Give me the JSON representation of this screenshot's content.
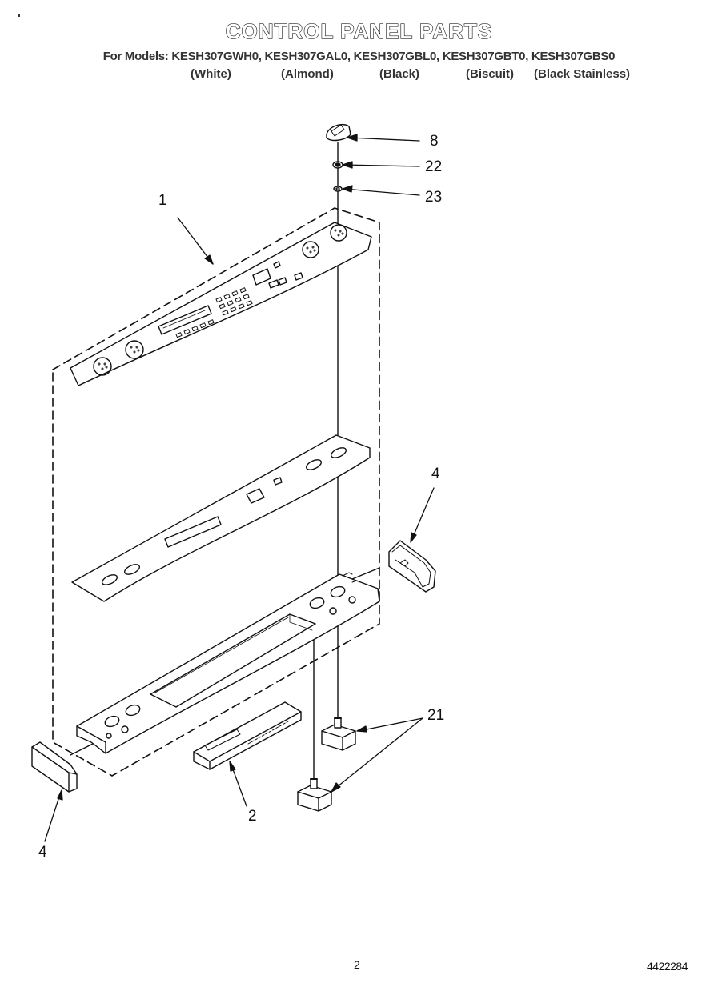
{
  "header": {
    "title": "CONTROL PANEL PARTS",
    "models_line": "For Models: KESH307GWH0, KESH307GAL0, KESH307GBL0, KESH307GBT0, KESH307GBS0",
    "colors": [
      "(White)",
      "(Almond)",
      "(Black)",
      "(Biscuit)",
      "(Black Stainless)"
    ]
  },
  "callouts": {
    "part_1": "1",
    "part_2": "2",
    "part_4_right": "4",
    "part_4_left": "4",
    "part_8": "8",
    "part_21": "21",
    "part_22": "22",
    "part_23": "23"
  },
  "footer": {
    "page_number": "2",
    "document_number": "4422284"
  }
}
